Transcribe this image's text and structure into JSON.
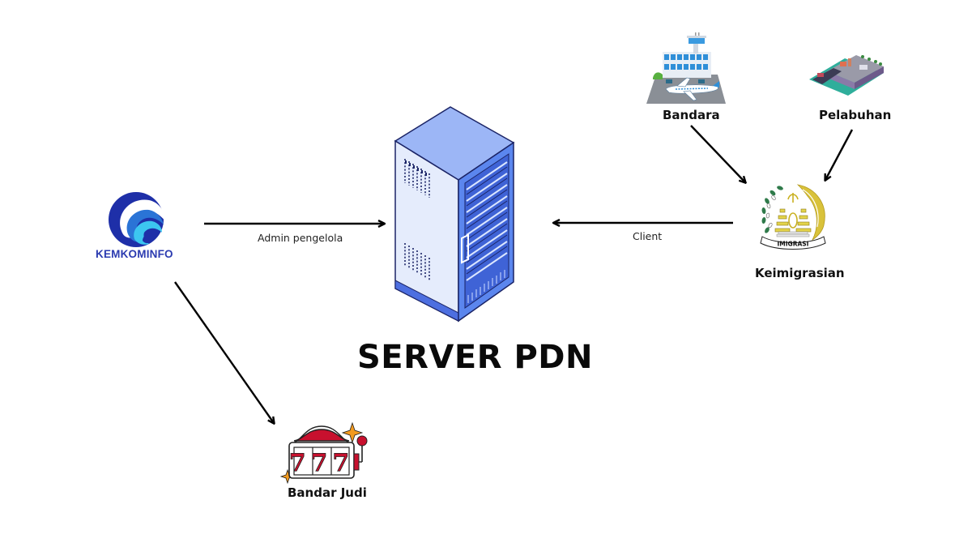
{
  "diagram": {
    "title": "SERVER PDN",
    "nodes": {
      "kemkominfo": {
        "label": "KEMKOMINFO",
        "icon": "kemkominfo-logo-icon"
      },
      "server": {
        "label": "SERVER PDN",
        "icon": "server-rack-icon"
      },
      "bandara": {
        "label": "Bandara",
        "icon": "airport-icon"
      },
      "pelabuhan": {
        "label": "Pelabuhan",
        "icon": "seaport-icon"
      },
      "keimigrasian": {
        "label": "Keimigrasian",
        "icon": "imigrasi-emblem-icon",
        "emblem_text": "IMIGRASI"
      },
      "bandar_judi": {
        "label": "Bandar Judi",
        "icon": "slot-machine-icon",
        "reel_text": "777"
      }
    },
    "edges": [
      {
        "from": "kemkominfo",
        "to": "server",
        "label": "Admin pengelola"
      },
      {
        "from": "keimigrasian",
        "to": "server",
        "label": "Client"
      },
      {
        "from": "bandara",
        "to": "keimigrasian",
        "label": ""
      },
      {
        "from": "pelabuhan",
        "to": "keimigrasian",
        "label": ""
      },
      {
        "from": "kemkominfo",
        "to": "bandar_judi",
        "label": ""
      }
    ],
    "colors": {
      "kominfo_dark": "#1e2fa8",
      "kominfo_mid": "#2a74d6",
      "kominfo_light": "#3cc6f0",
      "server_blue": "#5b86ee",
      "server_light": "#dfe8fb",
      "imigrasi_gold": "#d9c23a",
      "imigrasi_green": "#2f7a4a",
      "slot_red": "#c8102e",
      "sparkle_orange": "#f29a1f"
    }
  }
}
